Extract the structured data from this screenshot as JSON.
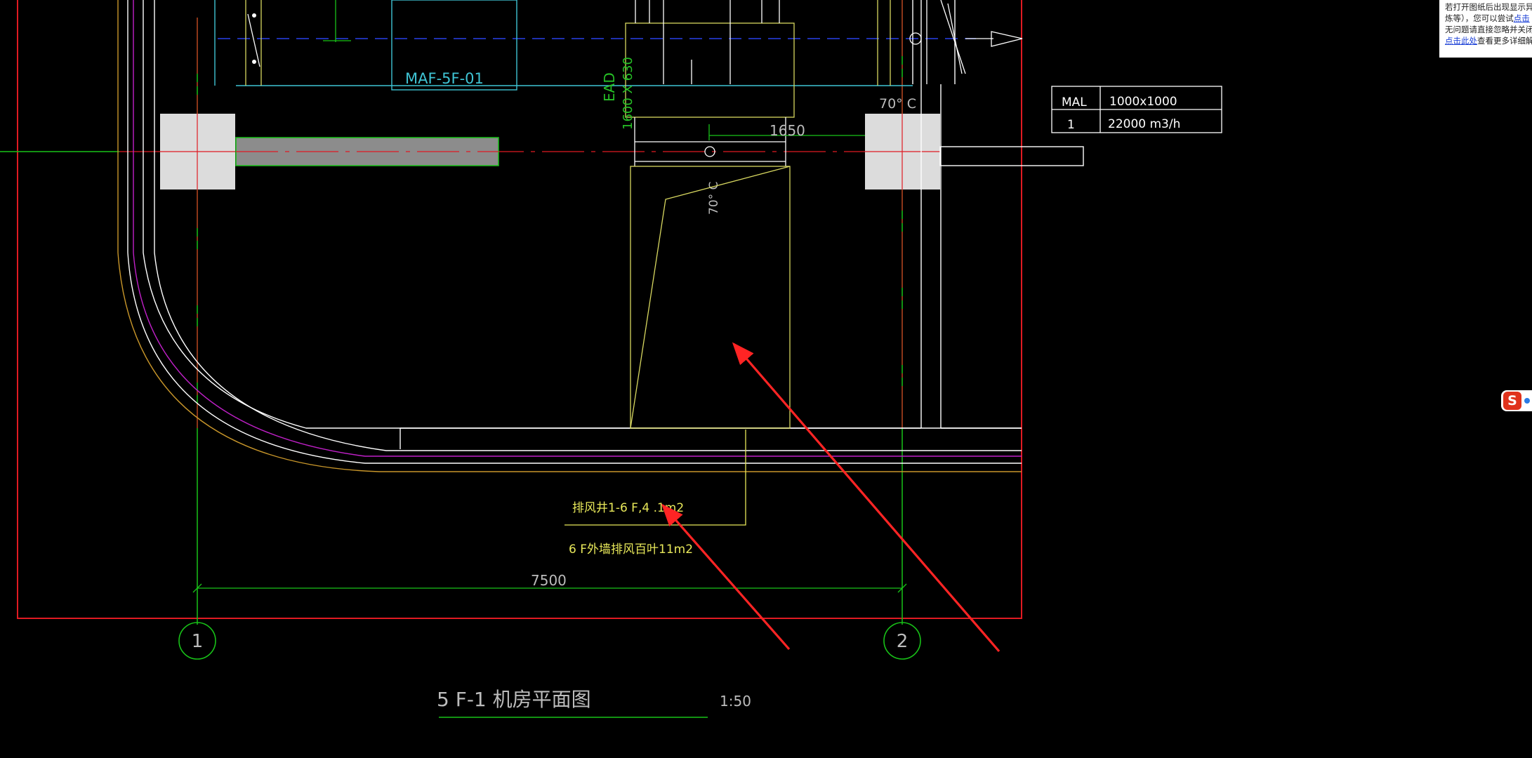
{
  "drawing": {
    "equipment_tag": "MAF-5F-01",
    "duct_label_top": "EAD",
    "duct_label_size": "1600 X 630",
    "damper_temp_top": "70° C",
    "damper_temp_side": "70° C",
    "dimension_top": "1650",
    "dimension_bottom": "7500",
    "shaft_note": "排风井1-6 F,4 .1m2",
    "louver_note": "6 F外墙排风百叶11m2",
    "grid_axis_1": "1",
    "grid_axis_2": "2",
    "title": "5 F-1  机房平面图",
    "scale": "1:50"
  },
  "schedule_table": {
    "rows": [
      [
        "MAL",
        "1000x1000"
      ],
      [
        "1",
        "22000  m3/h"
      ]
    ]
  },
  "notice_popup": {
    "line1": "若打开图纸后出现显示异",
    "line2_text": "炼等），您可以尝试",
    "line2_link": "点击",
    "line3": "无问题请直接忽略并关闭",
    "line4_link": "点击此处",
    "line4_text": "查看更多详细解"
  },
  "ime_indicator": {
    "label": "S"
  },
  "colors": {
    "background": "#000000",
    "border": "#e01a22",
    "grid_line": "#18c218",
    "wall": "#ffffff",
    "duct": "#d8d860",
    "equipment": "#3fc4d4",
    "annotation": "#e8e85a",
    "column": "#dcdcdc",
    "pipe_purple": "#c020c8",
    "pipe_orange": "#c8962a",
    "arrow": "#ff2424",
    "text_main": "#bcbcbc",
    "text_green": "#26c026"
  }
}
